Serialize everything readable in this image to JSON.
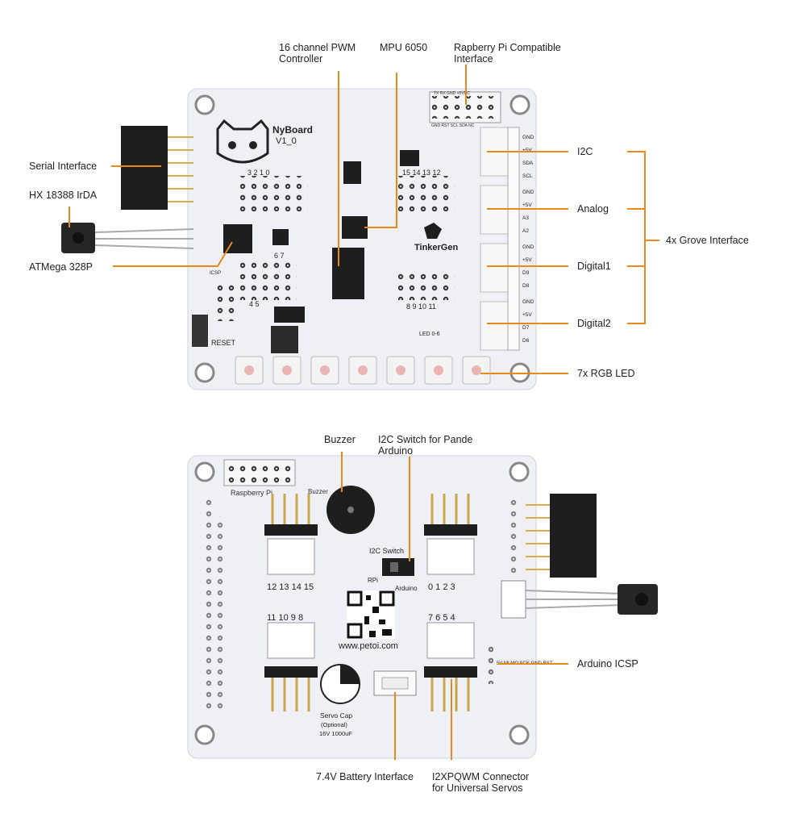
{
  "top_board": {
    "brand_title": "NyBoard",
    "version": "V1_0",
    "logo_text": "TinkerGen",
    "reset_label": "RESET",
    "icsp_label": "ICSP",
    "led_strip_label": "LED 0-6",
    "pi_header_top": "TX  RX  GND  +5VDC",
    "pi_header_bottom": "GND RST SCL SDA NC",
    "pin_side_labels": [
      "GND",
      "+5V",
      "SDA",
      "SCL",
      "GND",
      "+5V",
      "A3",
      "A2",
      "GND",
      "+5V",
      "D9",
      "D8",
      "GND",
      "+5V",
      "D7",
      "D6"
    ],
    "servo_nums_a": "3  2  1  0",
    "servo_nums_b": "15 14 13 12",
    "servo_nums_c": "6  7",
    "servo_nums_d": "4  5",
    "servo_nums_e": "8  9  10  11",
    "grove_tags": [
      "I2C",
      "Analog",
      "Digital1",
      "Digital2"
    ]
  },
  "bottom_board": {
    "raspberry_label": "Raspberry Pi",
    "buzzer_label": "Buzzer",
    "switch_label": "I2C Switch",
    "rpi_label": "RPi",
    "arduino_label": "Arduino",
    "pin_nums_left_top": "12 13 14 15",
    "pin_nums_right_top": "0  1  2  3",
    "pin_nums_left_bottom": "11 10  9  8",
    "pin_nums_right_bottom": "7  6  5  4",
    "url": "www.petoi.com",
    "cap_label_1": "Servo Cap",
    "cap_label_2": "(Optional)",
    "cap_label_3": "16V 1000uF",
    "icsp_pins": "5V  MI  MO SCK GND RST"
  },
  "callouts": {
    "pwm": [
      "16 channel PWM",
      "Controller"
    ],
    "mpu": "MPU 6050",
    "rpi": [
      "Rapberry Pi Compatible",
      "Interface"
    ],
    "serial": "Serial Interface",
    "irda": "HX 18388 IrDA",
    "atmega": "ATMega 328P",
    "i2c": "I2C",
    "analog": "Analog",
    "digital1": "Digital1",
    "digital2": "Digital2",
    "grove": "4x Grove Interface",
    "rgb": "7x RGB LED",
    "buzzer": "Buzzer",
    "i2c_switch": [
      "I2C Switch for Pande",
      "Arduino"
    ],
    "icsp": "Arduino ICSP",
    "battery": "7.4V Battery Interface",
    "servo_conn": [
      "I2XPQWM Connector",
      "for Universal Servos"
    ]
  },
  "colors": {
    "callout_line": "#e8891a",
    "board": "#eef0f6",
    "chip": "#1e1e1e",
    "text": "#222222"
  }
}
